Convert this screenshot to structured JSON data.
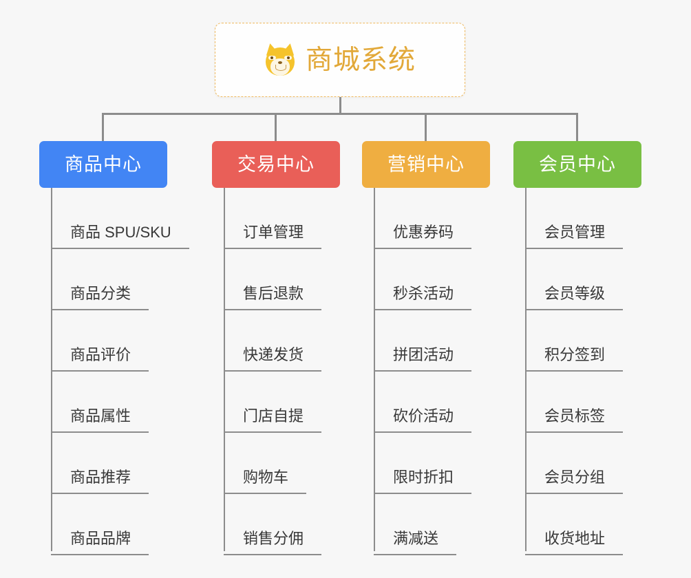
{
  "root": {
    "icon": "shiba-inu-icon",
    "title": "商城系统"
  },
  "colors": {
    "background": "#f7f7f7",
    "root_border": "#efb95e",
    "root_title": "#e2a838",
    "connector": "#8c8c8c",
    "leaf_text": "#383838",
    "category_blue": "#4285F4",
    "category_red": "#e95f58",
    "category_orange": "#efae41",
    "category_green": "#79bf43"
  },
  "categories": [
    {
      "label": "商品中心",
      "color": "#4285F4",
      "items": [
        {
          "label": "商品 SPU/SKU"
        },
        {
          "label": "商品分类"
        },
        {
          "label": "商品评价"
        },
        {
          "label": "商品属性"
        },
        {
          "label": "商品推荐"
        },
        {
          "label": "商品品牌"
        }
      ]
    },
    {
      "label": "交易中心",
      "color": "#e95f58",
      "items": [
        {
          "label": "订单管理"
        },
        {
          "label": "售后退款"
        },
        {
          "label": "快递发货"
        },
        {
          "label": "门店自提"
        },
        {
          "label": "购物车"
        },
        {
          "label": "销售分佣"
        }
      ]
    },
    {
      "label": "营销中心",
      "color": "#efae41",
      "items": [
        {
          "label": "优惠券码"
        },
        {
          "label": "秒杀活动"
        },
        {
          "label": "拼团活动"
        },
        {
          "label": "砍价活动"
        },
        {
          "label": "限时折扣"
        },
        {
          "label": "满减送"
        }
      ]
    },
    {
      "label": "会员中心",
      "color": "#79bf43",
      "items": [
        {
          "label": "会员管理"
        },
        {
          "label": "会员等级"
        },
        {
          "label": "积分签到"
        },
        {
          "label": "会员标签"
        },
        {
          "label": "会员分组"
        },
        {
          "label": "收货地址"
        }
      ]
    }
  ]
}
